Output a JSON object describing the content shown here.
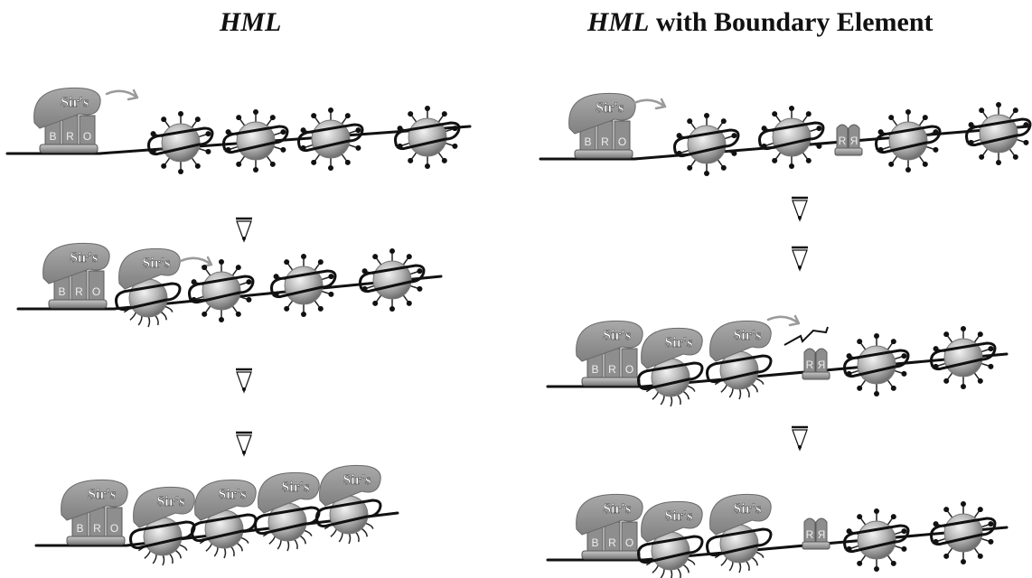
{
  "titles": {
    "left": {
      "italic": "HML",
      "rest": ""
    },
    "right": {
      "italic": "HML",
      "rest": " with Boundary Element"
    }
  },
  "labels": {
    "sir": "Sir's",
    "silencer_boxes": [
      "B",
      "R",
      "O"
    ],
    "boundary_boxes": [
      "R",
      "R"
    ]
  },
  "colors": {
    "line": "#111111",
    "protein": "#9a9a9a",
    "nucleosome": "#b0b0b0",
    "arrow": "#cccccc"
  }
}
